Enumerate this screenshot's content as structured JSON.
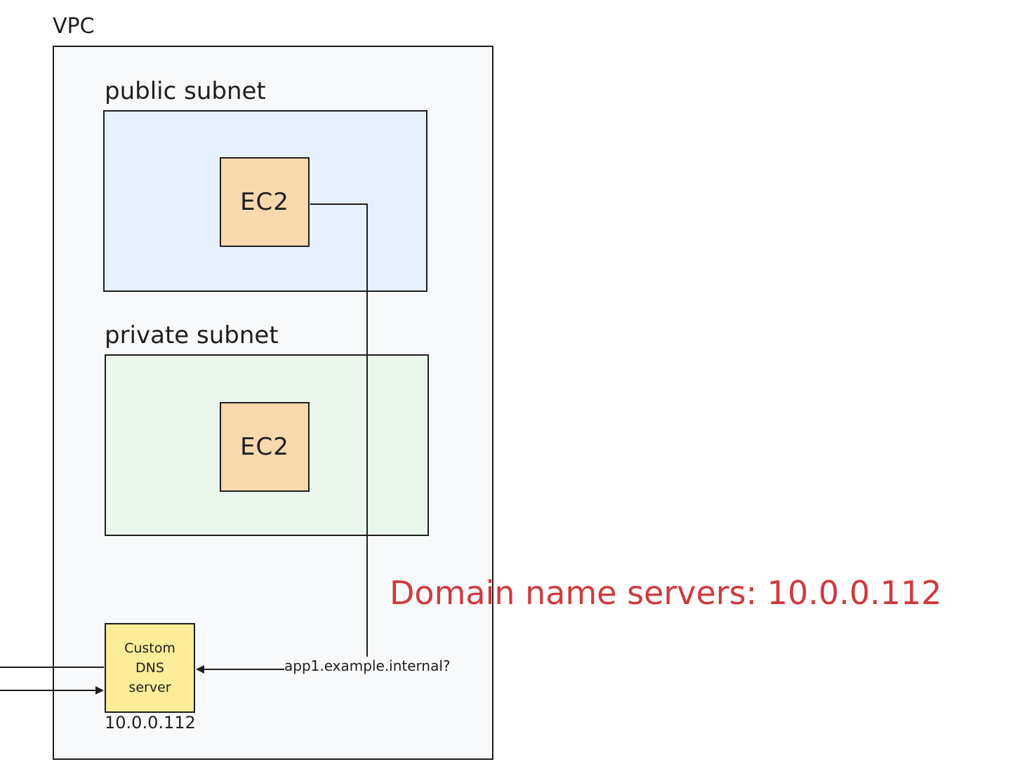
{
  "diagram": {
    "vpc": {
      "label": "VPC"
    },
    "public_subnet": {
      "label": "public subnet",
      "instance": {
        "label": "EC2"
      }
    },
    "private_subnet": {
      "label": "private subnet",
      "instance": {
        "label": "EC2"
      }
    },
    "dns_server": {
      "lines": [
        "Custom",
        "DNS",
        "server"
      ],
      "ip": "10.0.0.112"
    },
    "query": {
      "label": "app1.example.internal?"
    },
    "dhcp_option": {
      "label": "Domain name servers: 10.0.0.112"
    }
  },
  "colors": {
    "vpc_fill": "#f8f9fa",
    "public_subnet_fill": "#e7f1fd",
    "private_subnet_fill": "#ebf7ec",
    "ec2_fill": "#f8d9ad",
    "dns_server_fill": "#fdec99",
    "annotation_red": "#d0393d",
    "stroke": "#1e1e1e"
  }
}
